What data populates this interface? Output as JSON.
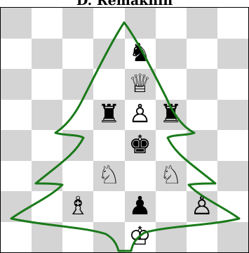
{
  "title": "D. Remakhin",
  "colors": {
    "light_square": "#ffffff",
    "dark_square": "#d4d4d4",
    "outline": "#1a7a1a"
  },
  "pieces": [
    {
      "square": "e7",
      "glyph": "♞",
      "piece": "black-knight",
      "color": "black"
    },
    {
      "square": "e6",
      "glyph": "♕",
      "piece": "white-queen",
      "color": "white"
    },
    {
      "square": "d5",
      "glyph": "♜",
      "piece": "black-rook",
      "color": "black"
    },
    {
      "square": "e5",
      "glyph": "♙",
      "piece": "white-pawn",
      "color": "white"
    },
    {
      "square": "f5",
      "glyph": "♜",
      "piece": "black-rook",
      "color": "black"
    },
    {
      "square": "e4",
      "glyph": "♚",
      "piece": "black-king",
      "color": "black"
    },
    {
      "square": "d3",
      "glyph": "♘",
      "piece": "white-knight",
      "color": "white"
    },
    {
      "square": "f3",
      "glyph": "♘",
      "piece": "white-knight",
      "color": "white"
    },
    {
      "square": "c2",
      "glyph": "♗",
      "piece": "white-bishop",
      "color": "white"
    },
    {
      "square": "e2",
      "glyph": "♟",
      "piece": "black-pawn",
      "color": "black"
    },
    {
      "square": "g2",
      "glyph": "♙",
      "piece": "white-pawn",
      "color": "white"
    },
    {
      "square": "e1",
      "glyph": "♔",
      "piece": "white-king",
      "color": "white"
    }
  ]
}
